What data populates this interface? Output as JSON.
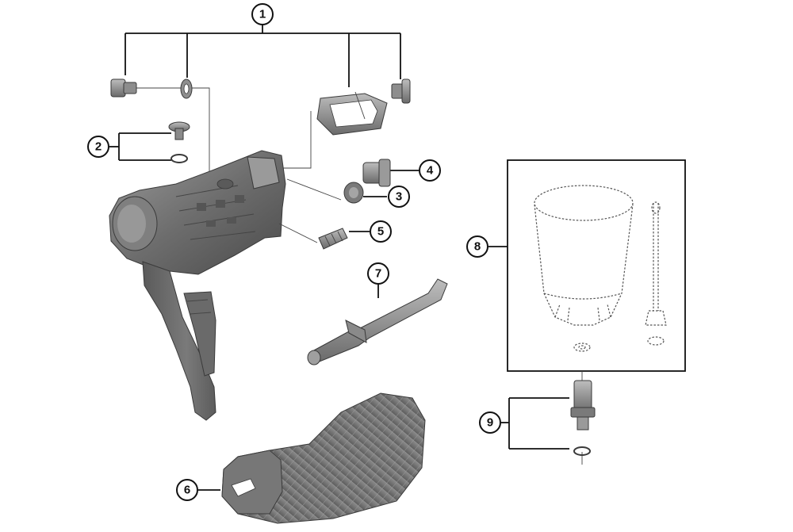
{
  "diagram": {
    "callouts": [
      {
        "id": "c1",
        "label": "1"
      },
      {
        "id": "c2",
        "label": "2"
      },
      {
        "id": "c3",
        "label": "3"
      },
      {
        "id": "c4",
        "label": "4"
      },
      {
        "id": "c5",
        "label": "5"
      },
      {
        "id": "c6",
        "label": "6"
      },
      {
        "id": "c7",
        "label": "7"
      },
      {
        "id": "c8",
        "label": "8"
      },
      {
        "id": "c9",
        "label": "9"
      }
    ],
    "colors": {
      "part_dark": "#5f5f5f",
      "part_mid": "#8a8a8a",
      "part_light": "#b3b3b3",
      "line": "#111111",
      "background": "#ffffff"
    }
  }
}
